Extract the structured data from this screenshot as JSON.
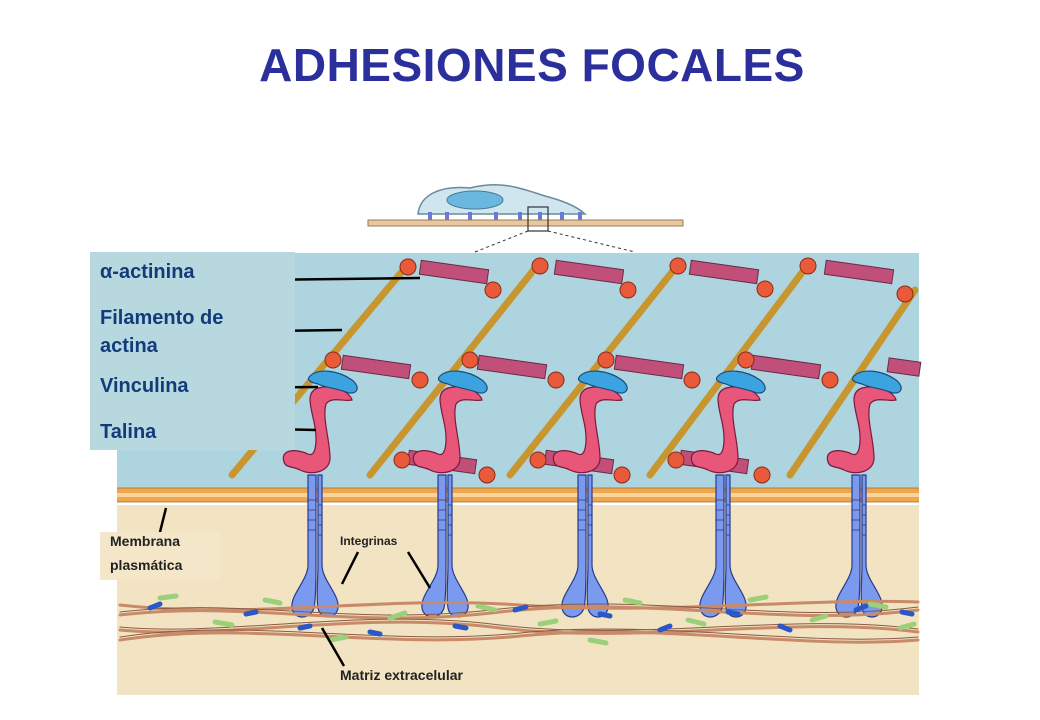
{
  "title": "ADHESIONES FOCALES",
  "labels": {
    "alpha_actinina": "α-actinina",
    "filamento_actina_line1": "Filamento de",
    "filamento_actina_line2": "actina",
    "vinculina": "Vinculina",
    "talina": "Talina",
    "membrana_line1": "Membrana",
    "membrana_line2": "plasmática",
    "integrinas": "Integrinas",
    "matriz": "Matriz extracelular"
  },
  "colors": {
    "title": "#2b2f9c",
    "cytoplasm": "#aed4df",
    "membrane": "#f0a64a",
    "extracellular": "#f2e4c2",
    "integrin": "#7a9af0",
    "talin": "#e8577a",
    "vinculin": "#3aa3e0",
    "actinin_node": "#e85a3a",
    "actinin_bar": "#c0507a",
    "actin": "#c8962e",
    "fiber": "#c88a68"
  }
}
